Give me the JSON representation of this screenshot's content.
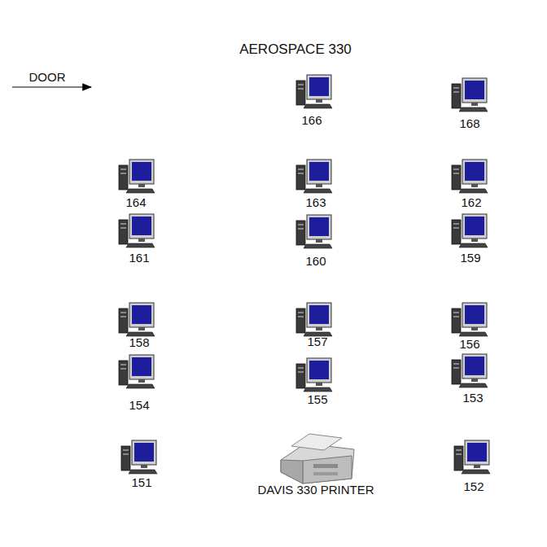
{
  "diagram": {
    "title": "AEROSPACE 330",
    "labels": [
      "DOOR",
      "166",
      "168",
      "164",
      "163",
      "162",
      "161",
      "160",
      "159",
      "158",
      "157",
      "156",
      "154",
      "155",
      "153",
      "151",
      "DAVIS 330 PRINTER",
      "152"
    ]
  }
}
